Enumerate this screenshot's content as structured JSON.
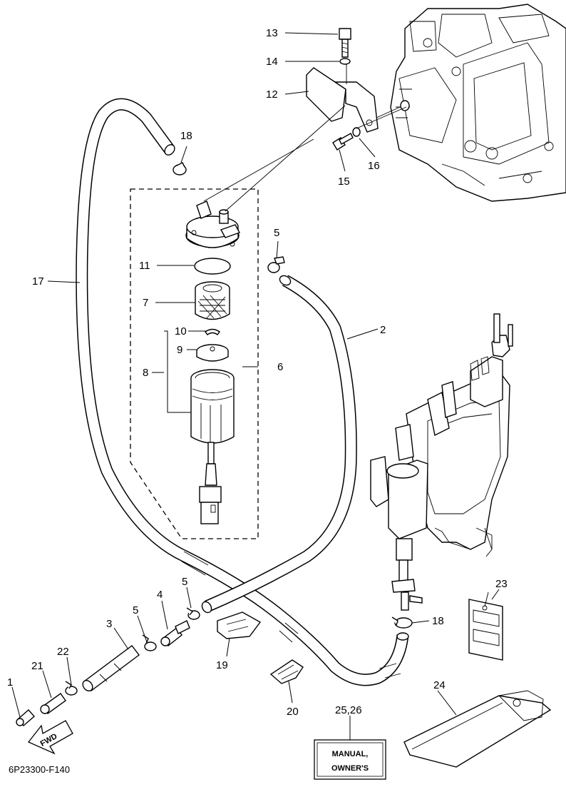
{
  "labels": {
    "l1": "1",
    "l2": "2",
    "l3": "3",
    "l4": "4",
    "l5a": "5",
    "l5b": "5",
    "l5c": "5",
    "l6": "6",
    "l7": "7",
    "l8": "8",
    "l9": "9",
    "l10": "10",
    "l11": "11",
    "l12": "12",
    "l13": "13",
    "l14": "14",
    "l15": "15",
    "l16": "16",
    "l17": "17",
    "l18a": "18",
    "l18b": "18",
    "l19": "19",
    "l20": "20",
    "l21": "21",
    "l22": "22",
    "l23": "23",
    "l24": "24",
    "l25": "25,26"
  },
  "manual_box": {
    "line1": "MANUAL,",
    "line2": "OWNER'S"
  },
  "fwd_arrow": "FWD",
  "figure_code": "6P23300-F140"
}
